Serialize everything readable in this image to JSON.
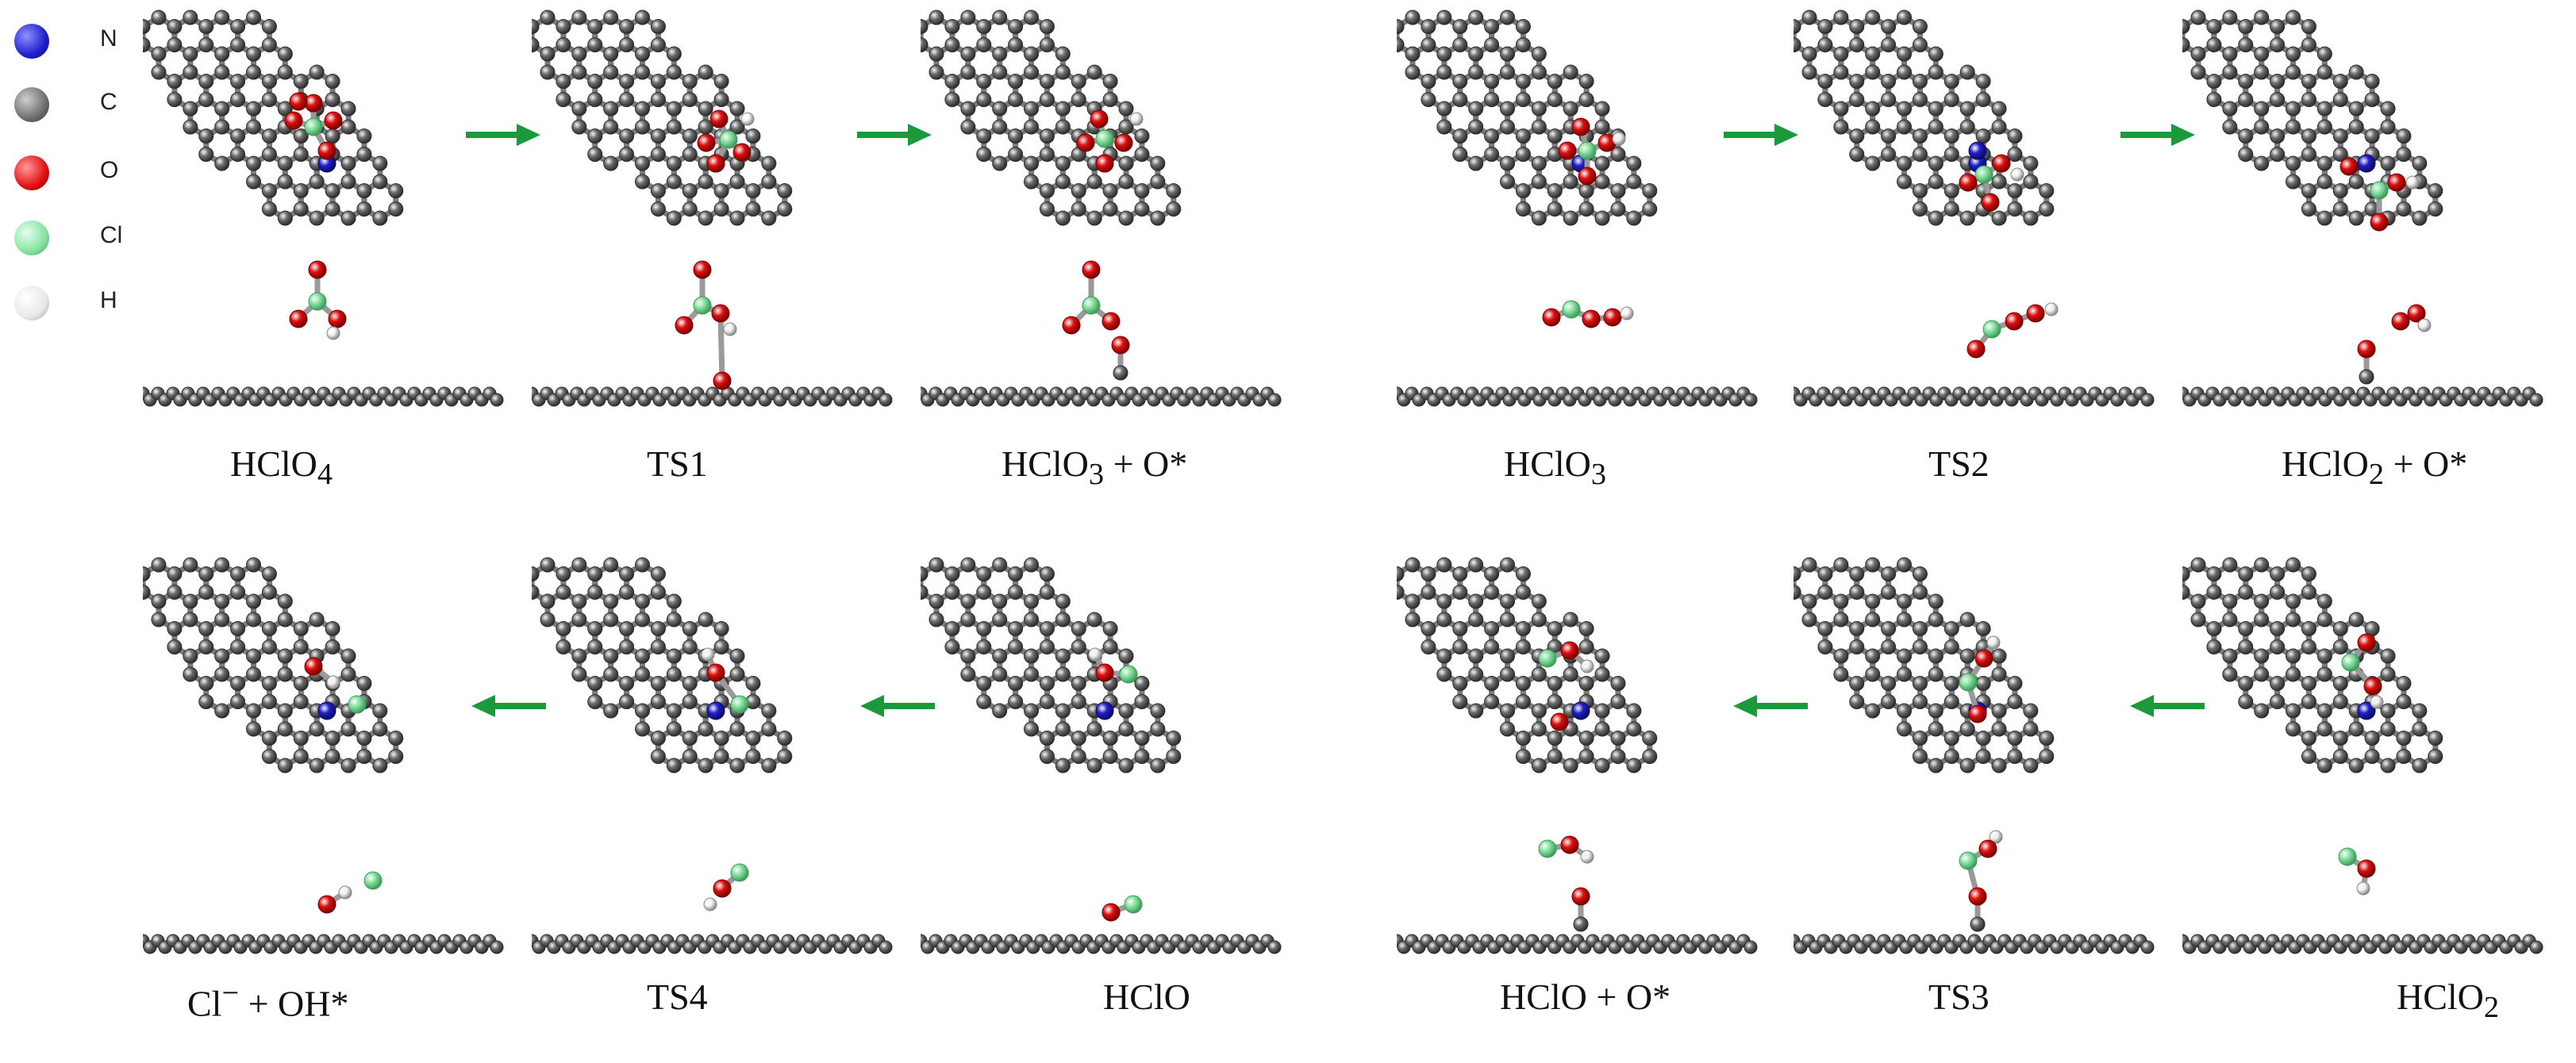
{
  "legend": [
    {
      "symbol": "N",
      "color": "#1f1fcc"
    },
    {
      "symbol": "C",
      "color": "#6e6e6e"
    },
    {
      "symbol": "O",
      "color": "#e01010"
    },
    {
      "symbol": "Cl",
      "color": "#86e3a0"
    },
    {
      "symbol": "H",
      "color": "#f2f2f2"
    }
  ],
  "panels": {
    "hclo4": {
      "caption": "HClO",
      "sub": "4",
      "tail": ""
    },
    "ts1": {
      "caption": "TS1",
      "sub": "",
      "tail": ""
    },
    "hclo3_o": {
      "caption": "HClO",
      "sub": "3",
      "tail": " + O*"
    },
    "hclo3": {
      "caption": "HClO",
      "sub": "3",
      "tail": ""
    },
    "ts2": {
      "caption": "TS2",
      "sub": "",
      "tail": ""
    },
    "hclo2_o": {
      "caption": "HClO",
      "sub": "2",
      "tail": " + O*"
    },
    "cl_oh": {
      "caption": "Cl",
      "sup": "−",
      "tail": " + OH*"
    },
    "ts4": {
      "caption": "TS4",
      "sub": "",
      "tail": ""
    },
    "hclo": {
      "caption": "HClO",
      "sub": "",
      "tail": ""
    },
    "hclo_o": {
      "caption": "HClO + O*",
      "sub": "",
      "tail": ""
    },
    "ts3": {
      "caption": "TS3",
      "sub": "",
      "tail": ""
    },
    "hclo2": {
      "caption": "HClO",
      "sub": "2",
      "tail": ""
    }
  },
  "arrow_color": "#1a9a3a"
}
